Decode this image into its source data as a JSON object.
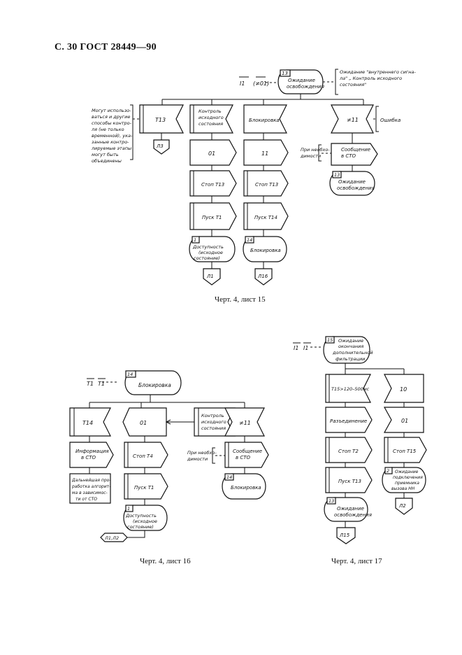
{
  "page_header": "С. 30 ГОСТ 28449—90",
  "sheet15": {
    "caption": "Черт. 4, лист 15",
    "inputs": [
      "I1",
      "(≠01)"
    ],
    "state_num": "13",
    "state": [
      "Ожидание",
      "освобождения"
    ],
    "state_comment": [
      "Ожидание \"внутреннего сигна-",
      "ла\" „ Контроль исходного",
      "состояния\""
    ],
    "side_note": [
      "Могут использо-",
      "ваться и другие",
      "способы контро-",
      "ля (не только",
      "временной), ука-",
      "занные контро-",
      "лируемые этапы",
      "могут быть",
      "объединены"
    ],
    "col1": {
      "input": "T13",
      "connector": "Л3"
    },
    "col2": {
      "input": [
        "Контроль",
        "исходного",
        "состояния"
      ],
      "out": "01",
      "t1": "Стоп Т13",
      "t2": "Пуск Т1",
      "state_num": "1",
      "state": [
        "Доступность",
        "(исходное",
        "состояние)"
      ],
      "connector": "Л1"
    },
    "col3": {
      "input": "Блокировка",
      "out": "11",
      "t1": "Стоп Т13",
      "t2": "Пуск Т14",
      "state_num": "14",
      "state": [
        "Блокировка"
      ],
      "connector": "Л16"
    },
    "col4": {
      "input": "≠11",
      "comment": "Ошибка",
      "note": [
        "При необхо-",
        "димости"
      ],
      "msg": [
        "Сообщение",
        "в СТО"
      ],
      "state_num": "13",
      "state": [
        "Ожидание",
        "освобождения"
      ]
    }
  },
  "sheet16": {
    "caption": "Черт. 4, лист 16",
    "inputs": [
      "T1",
      "T1"
    ],
    "state_num": "14",
    "state": [
      "Блокировка"
    ],
    "col1": {
      "input": "T14",
      "info": [
        "Информация",
        "в СТО"
      ],
      "note": [
        "Дальнейшая про-",
        "работка алгорит-",
        "ма в зависимос-",
        "ти от СТО"
      ]
    },
    "col2": {
      "out": "01",
      "t1": "Стоп Т4",
      "t2": "Пуск Т1",
      "state_num": "1",
      "state": [
        "Доступность",
        "(исходное",
        "состояние)"
      ],
      "connector": "Л1,Л2"
    },
    "col3": {
      "input": [
        "Контроль",
        "исходного",
        "состояния"
      ]
    },
    "col4": {
      "input": "≠11",
      "note": [
        "При необхо-",
        "димости"
      ],
      "msg": [
        "Сообщение",
        "в СТО"
      ],
      "state_num": "14",
      "state": [
        "Блокировка"
      ]
    }
  },
  "sheet17": {
    "caption": "Черт. 4, лист 17",
    "inputs": [
      "I1",
      "I1"
    ],
    "state_num": "15",
    "state": [
      "Ожидание",
      "окончания",
      "дополнительной",
      "фильтрации"
    ],
    "col1": {
      "input": "T15>120–500мс",
      "t0": "Разъединение",
      "t1": "Стоп Т2",
      "t2": "Пуск Т13",
      "state_num": "13",
      "state": [
        "Ожидание",
        "освобождения"
      ],
      "connector": "Л15"
    },
    "col2": {
      "input": "10",
      "out": "01",
      "t1": "Стоп Т15",
      "state_num": "2",
      "state": [
        "Ожидание",
        "подключения",
        "приемника",
        "вызова НН"
      ],
      "connector": "Л2"
    }
  }
}
